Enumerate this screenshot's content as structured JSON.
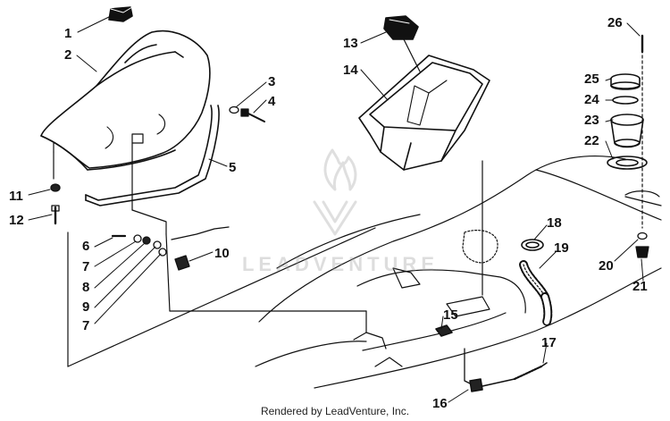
{
  "diagram": {
    "callouts": [
      "1",
      "2",
      "3",
      "4",
      "5",
      "6",
      "7",
      "8",
      "9",
      "7",
      "10",
      "11",
      "12",
      "13",
      "14",
      "15",
      "16",
      "17",
      "18",
      "19",
      "20",
      "21",
      "22",
      "23",
      "24",
      "25",
      "26"
    ],
    "watermark": "LEADVENTURE",
    "footer": "Rendered by LeadVenture, Inc.",
    "colors": {
      "line": "#111111",
      "watermark": "#9a9a9a",
      "background": "#ffffff"
    }
  }
}
